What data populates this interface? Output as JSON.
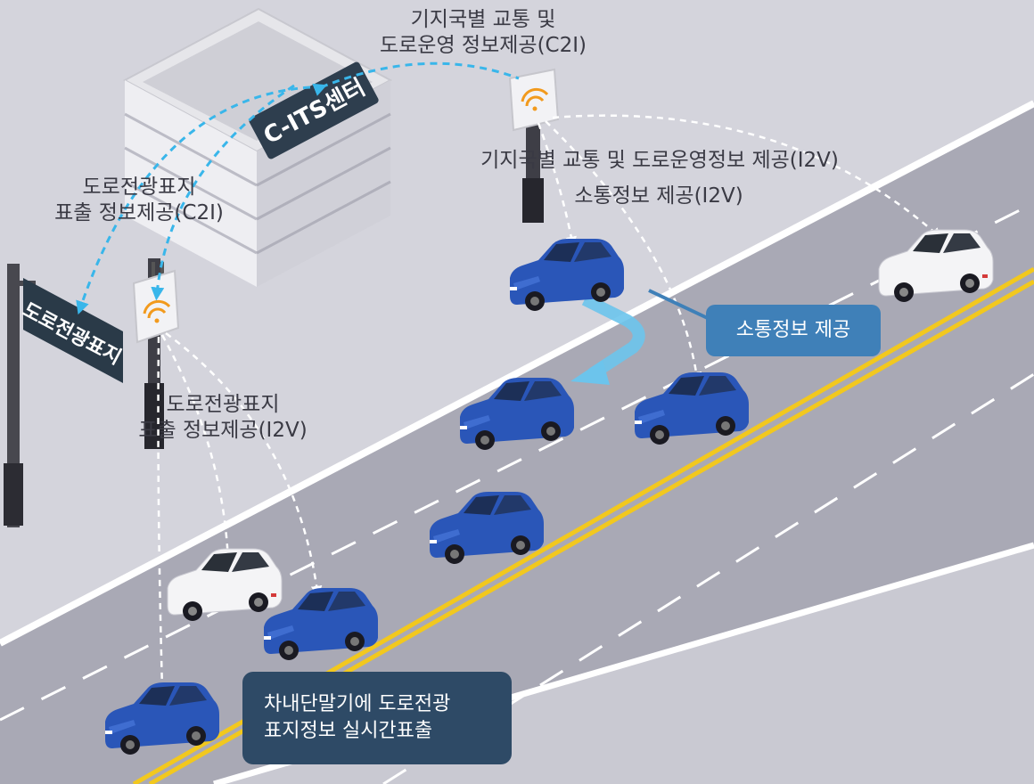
{
  "colors": {
    "background": "#d4d4dc",
    "road": "#a9a9b5",
    "lane_yellow": "#f2c81e",
    "car_blue": "#2a56b8",
    "car_white": "#f4f4f6",
    "wifi_orange": "#f29a1d",
    "callout_blue": "#3f80b8",
    "callout_navy": "#2e4a66",
    "signal_cyan": "#39b6ea"
  },
  "icons": [
    "wifi-icon",
    "building-icon",
    "sign-icon",
    "car-icon",
    "arrow-icon"
  ],
  "buildings": {
    "c_its_center_sign": "C-ITS센터"
  },
  "road_sign": {
    "text": "도로전광표지"
  },
  "labels": {
    "c2i_station": [
      "기지국별 교통 및",
      "도로운영 정보제공(C2I)"
    ],
    "i2v_station": "기지국별 교통 및 도로운영정보 제공(I2V)",
    "i2v_flow": "소통정보 제공(I2V)",
    "c2i_sign": [
      "도로전광표지",
      "표출 정보제공(C2I)"
    ],
    "i2v_sign": [
      "도로전광표지",
      "표출 정보제공(I2V)"
    ]
  },
  "callouts": {
    "flow_info": "소통정보 제공",
    "in_vehicle": [
      "차내단말기에 도로전광",
      "표지정보 실시간표출"
    ]
  }
}
